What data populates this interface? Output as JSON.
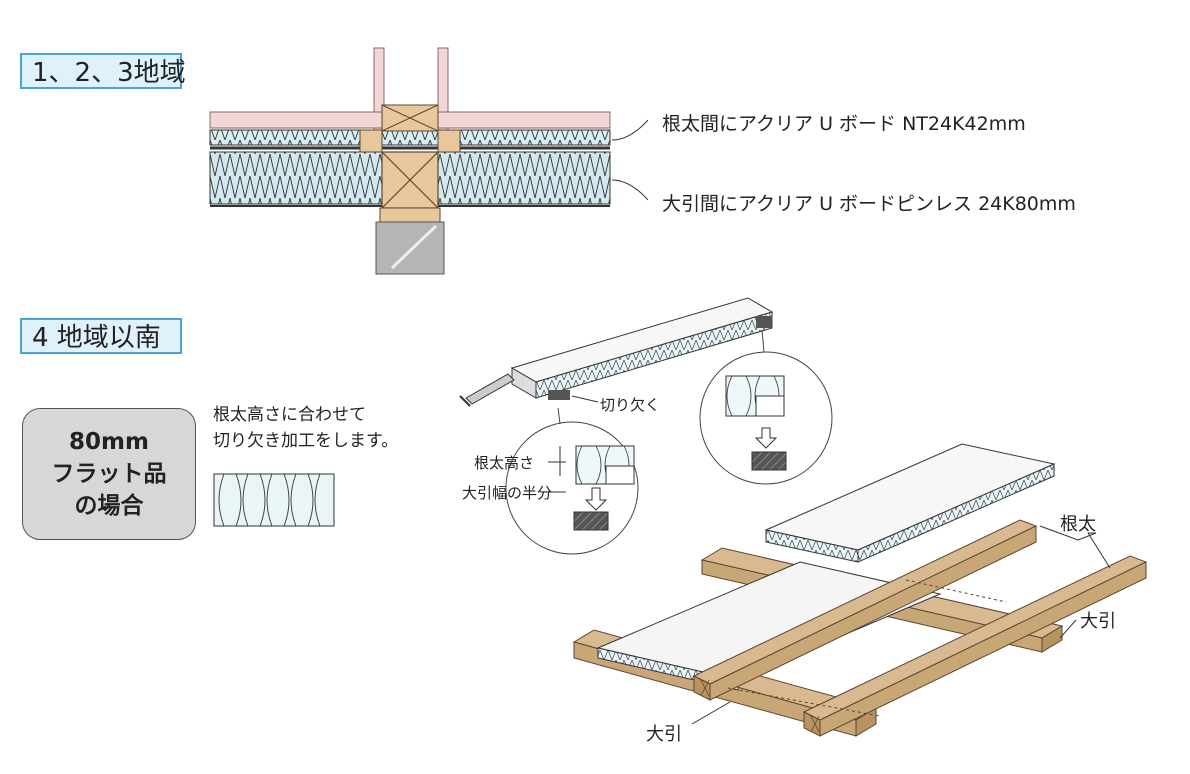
{
  "regions": {
    "region1_label": "1、2、3地域",
    "region2_label": "4 地域以南"
  },
  "section_callouts": {
    "joist_between": "根太間にアクリア U ボード NT24K42mm",
    "beam_between": "大引間にアクリア U ボードピンレス 24K80mm"
  },
  "flat_box": {
    "line1": "80mm",
    "line2": "フラット品",
    "line3": "の場合"
  },
  "note": {
    "line1": "根太高さに合わせて",
    "line2": "切り欠き加工をします。"
  },
  "detail_labels": {
    "cut": "切り欠く",
    "joist_height": "根太高さ",
    "beam_half": "大引幅の半分"
  },
  "floor_labels": {
    "joist": "根太",
    "beam_right": "大引",
    "beam_bottom": "大引"
  },
  "colors": {
    "tab_border": "#4aa3d6",
    "tab_fill": "#dff2fb",
    "wood": "#d9b98f",
    "insulation": "#cfe8ef",
    "pink": "#f3d6d6"
  }
}
